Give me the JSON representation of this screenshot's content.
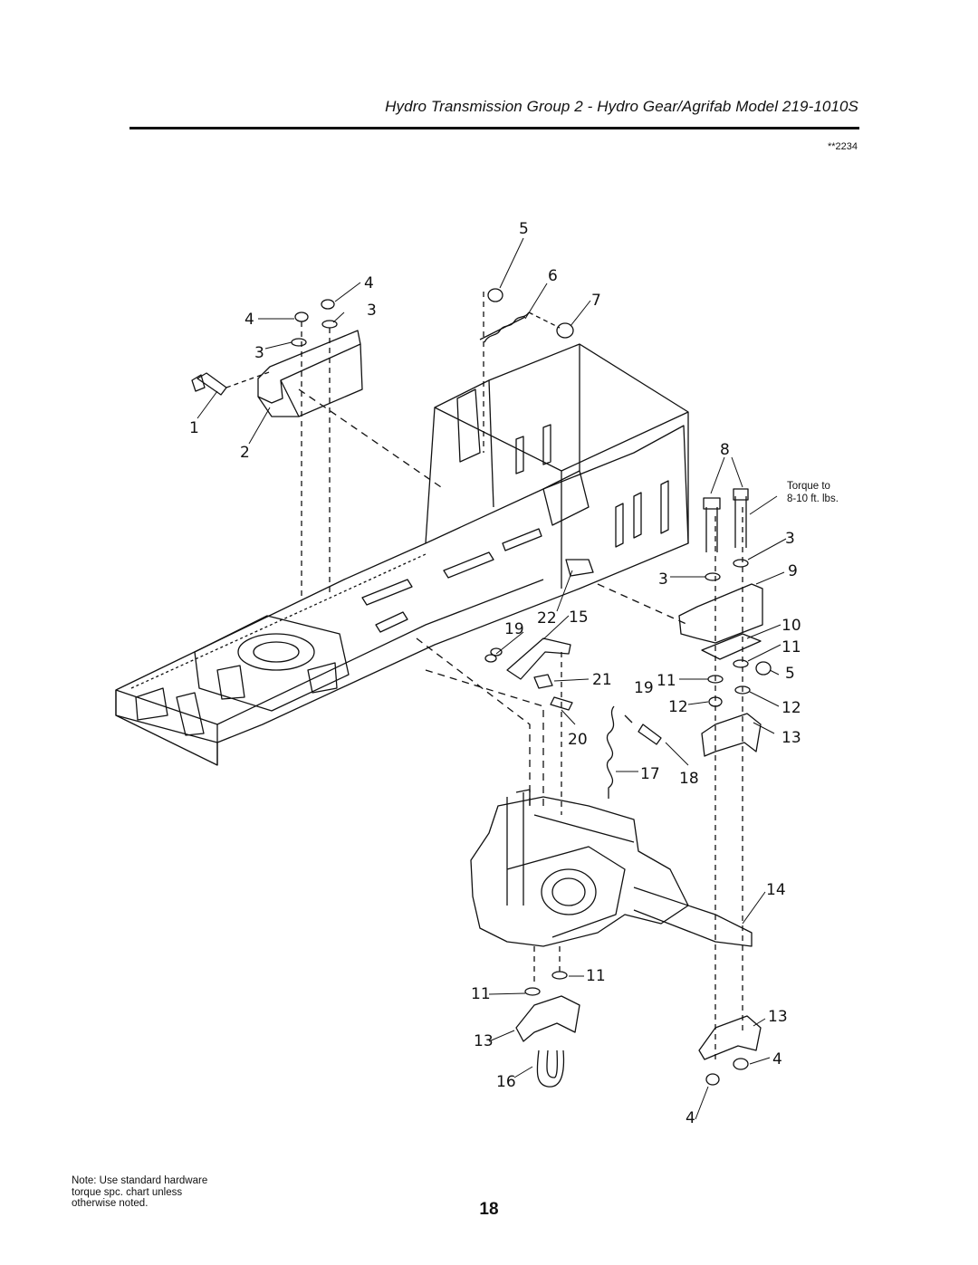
{
  "header": {
    "title": "Hydro Transmission Group 2 - Hydro Gear/Agrifab Model 219-1010S",
    "diagram_code": "**2234"
  },
  "diagram": {
    "callouts": [
      "1",
      "2",
      "3",
      "4",
      "5",
      "6",
      "7",
      "8",
      "9",
      "10",
      "11",
      "12",
      "13",
      "14",
      "15",
      "16",
      "17",
      "18",
      "19",
      "20",
      "21",
      "22"
    ],
    "torque_note": [
      "Torque to",
      "8-10 ft. lbs."
    ]
  },
  "footer": {
    "note": [
      "Note: Use standard hardware",
      "torque spc. chart unless",
      "otherwise noted."
    ],
    "page_number": "18"
  }
}
